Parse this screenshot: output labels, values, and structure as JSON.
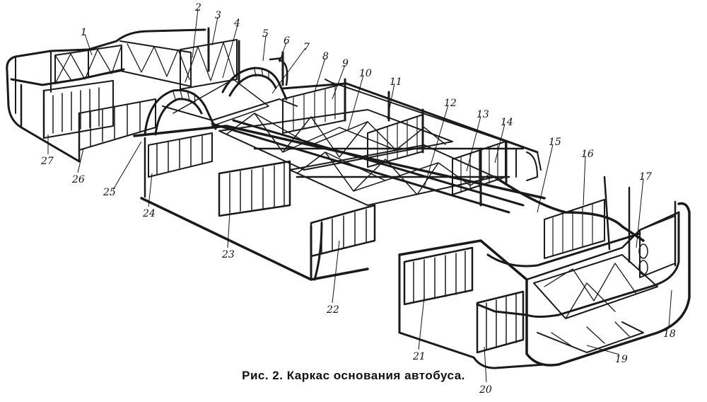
{
  "caption": "Рис. 2. Каркас основания автобуса.",
  "callouts": [
    "1",
    "2",
    "3",
    "4",
    "5",
    "6",
    "7",
    "8",
    "9",
    "10",
    "11",
    "12",
    "13",
    "14",
    "15",
    "16",
    "17",
    "18",
    "19",
    "20",
    "21",
    "22",
    "23",
    "24",
    "25",
    "26",
    "27"
  ],
  "colors": {
    "ink": "#1a1a1a",
    "paper": "#ffffff"
  }
}
